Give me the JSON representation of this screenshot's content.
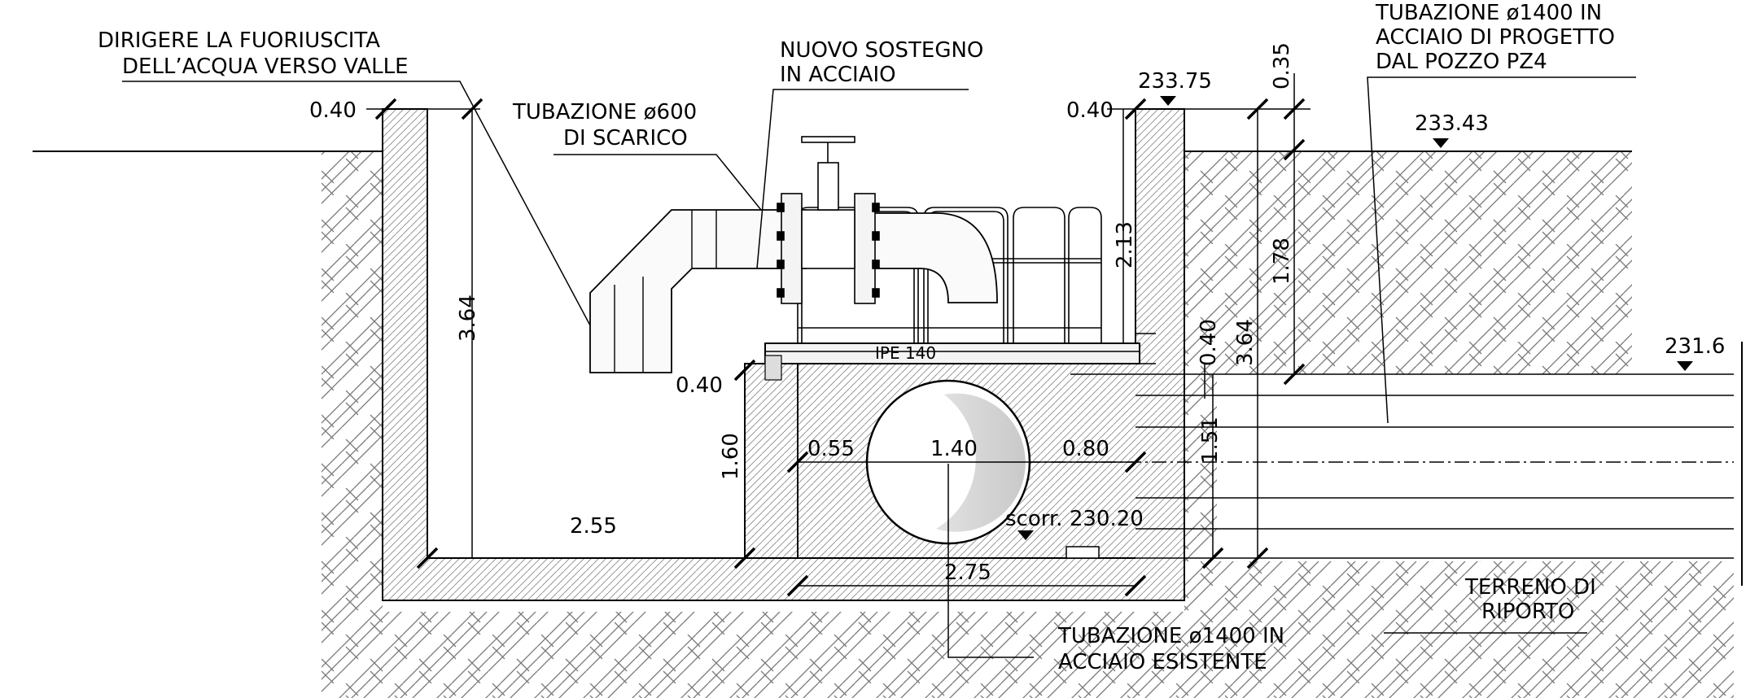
{
  "annotations": {
    "water_outflow": [
      "DIRIGERE LA FUORIUSCITA",
      "DELL’ACQUA VERSO VALLE"
    ],
    "new_support": [
      "NUOVO SOSTEGNO",
      "IN ACCIAIO"
    ],
    "drain_pipe": [
      "TUBAZIONE ø600",
      "DI SCARICO"
    ],
    "project_pipe": [
      "TUBAZIONE ø1400 IN",
      "ACCIAIO DI PROGETTO",
      "DAL POZZO PZ4"
    ],
    "existing_pipe": [
      "TUBAZIONE ø1400 IN",
      "ACCIAIO ESISTENTE"
    ],
    "fill_soil": [
      "TERRENO DI",
      "RIPORTO"
    ],
    "beam": "IPE 140",
    "invert": "scorr. 230.20"
  },
  "elevations": {
    "top_wall": "233.75",
    "ground": "233.43",
    "right": "231.6"
  },
  "dimensions": {
    "wall_left_top": "0.40",
    "wall_right_top": "0.40",
    "inner_wall": "0.40",
    "depth_left": "3.64",
    "depth_right": "3.64",
    "right_slab": "0.40",
    "bottom_width_left": "2.55",
    "bottom_width_right": "2.75",
    "pipe_diameter": "1.40",
    "pipe_left_gap": "0.55",
    "pipe_right_gap": "0.80",
    "lower_chamber_height": "1.60",
    "lower_right_height": "1.51",
    "upper_right_height": "2.13",
    "right_top": "0.35",
    "right_mid": "1.78"
  }
}
